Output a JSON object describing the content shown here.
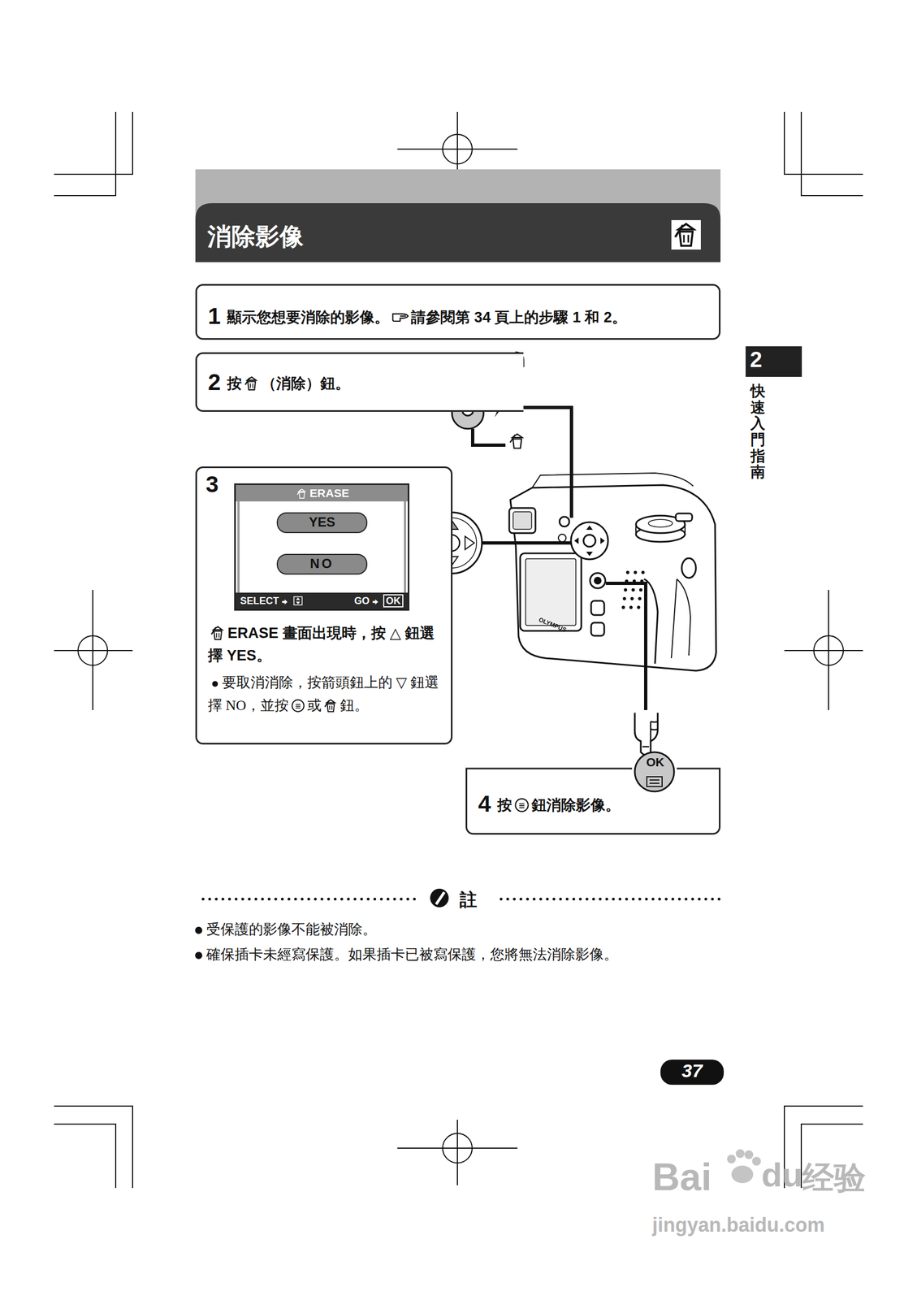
{
  "diagram": {
    "title": "消除影像",
    "nodes": [
      {
        "text": [
          "1",
          "顯示您想要消除的影像。",
          "請參閱第 34 頁上的步驟 1 和 2。"
        ]
      },
      {
        "text": [
          "2"
        ]
      },
      {
        "text": [
          "2",
          "按",
          "（消除）鈕。"
        ]
      },
      {
        "text": [
          "3",
          "ERASE 畫面出現時，按 △ 鈕選擇 YES。",
          "要取消消除，按箭頭鈕上的 ▽ 鈕選擇 NO，並按",
          "或",
          "鈕。"
        ]
      },
      {
        "text": [
          "ERASE",
          "SELECT",
          "GO",
          "OK"
        ],
        "in": 3
      },
      {
        "text": [
          "YES"
        ],
        "in": 4
      },
      {
        "text": [
          "NO"
        ],
        "in": 4
      },
      {
        "text": [
          "4",
          "按",
          "鈕消除影像。"
        ]
      },
      {
        "text": [
          "37"
        ]
      }
    ],
    "labels": [
      "快速入門指南",
      "OK",
      "OLYMPUS",
      "註",
      "受保護的影像不能被消除。",
      "確保插卡未經寫保護。如果插卡已被寫保護，您將無法消除影像。",
      "Bai",
      "du",
      "经验",
      "jingyan.baidu.com"
    ]
  }
}
